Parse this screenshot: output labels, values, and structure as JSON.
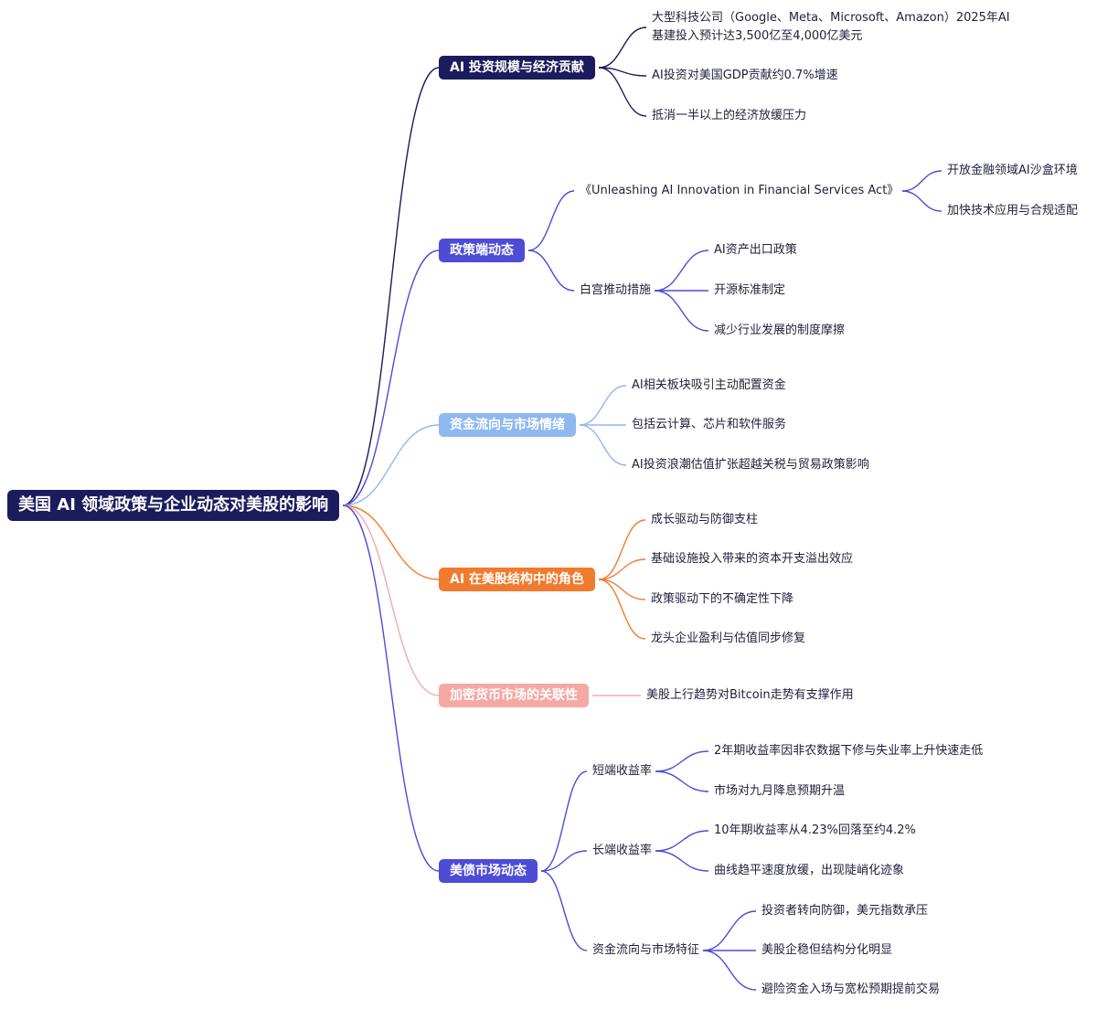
{
  "root": {
    "label": "美国 AI 领域政策与企业动态对美股的影响",
    "color": "#1b1b5e"
  },
  "branches": [
    {
      "label": "AI 投资规模与经济贡献",
      "color": "#1b1b5e",
      "children": [
        {
          "label": "大型科技公司（Google、Meta、Microsoft、Amazon）2025年AI\n基建投入预计达3,500亿至4,000亿美元"
        },
        {
          "label": "AI投资对美国GDP贡献约0.7%增速"
        },
        {
          "label": "抵消一半以上的经济放缓压力"
        }
      ]
    },
    {
      "label": "政策端动态",
      "color": "#4c4cd6",
      "children": [
        {
          "label": "《Unleashing AI Innovation in Financial Services Act》",
          "children": [
            {
              "label": "开放金融领域AI沙盒环境"
            },
            {
              "label": "加快技术应用与合规适配"
            }
          ]
        },
        {
          "label": "白宫推动措施",
          "children": [
            {
              "label": "AI资产出口政策"
            },
            {
              "label": "开源标准制定"
            },
            {
              "label": "减少行业发展的制度摩擦"
            }
          ]
        }
      ]
    },
    {
      "label": "资金流向与市场情绪",
      "color": "#8fb8ef",
      "children": [
        {
          "label": "AI相关板块吸引主动配置资金"
        },
        {
          "label": "包括云计算、芯片和软件服务"
        },
        {
          "label": "AI投资浪潮估值扩张超越关税与贸易政策影响"
        }
      ]
    },
    {
      "label": "AI 在美股结构中的角色",
      "color": "#f07b2e",
      "children": [
        {
          "label": "成长驱动与防御支柱"
        },
        {
          "label": "基础设施投入带来的资本开支溢出效应"
        },
        {
          "label": "政策驱动下的不确定性下降"
        },
        {
          "label": "龙头企业盈利与估值同步修复"
        }
      ]
    },
    {
      "label": "加密货币市场的关联性",
      "color": "#f5a9a5",
      "children": [
        {
          "label": "美股上行趋势对Bitcoin走势有支撑作用"
        }
      ]
    },
    {
      "label": "美债市场动态",
      "color": "#4c4cd6",
      "children": [
        {
          "label": "短端收益率",
          "children": [
            {
              "label": "2年期收益率因非农数据下修与失业率上升快速走低"
            },
            {
              "label": "市场对九月降息预期升温"
            }
          ]
        },
        {
          "label": "长端收益率",
          "children": [
            {
              "label": "10年期收益率从4.23%回落至约4.2%"
            },
            {
              "label": "曲线趋平速度放缓，出现陡峭化迹象"
            }
          ]
        },
        {
          "label": "资金流向与市场特征",
          "children": [
            {
              "label": "投资者转向防御，美元指数承压"
            },
            {
              "label": "美股企稳但结构分化明显"
            },
            {
              "label": "避险资金入场与宽松预期提前交易"
            }
          ]
        }
      ]
    }
  ]
}
